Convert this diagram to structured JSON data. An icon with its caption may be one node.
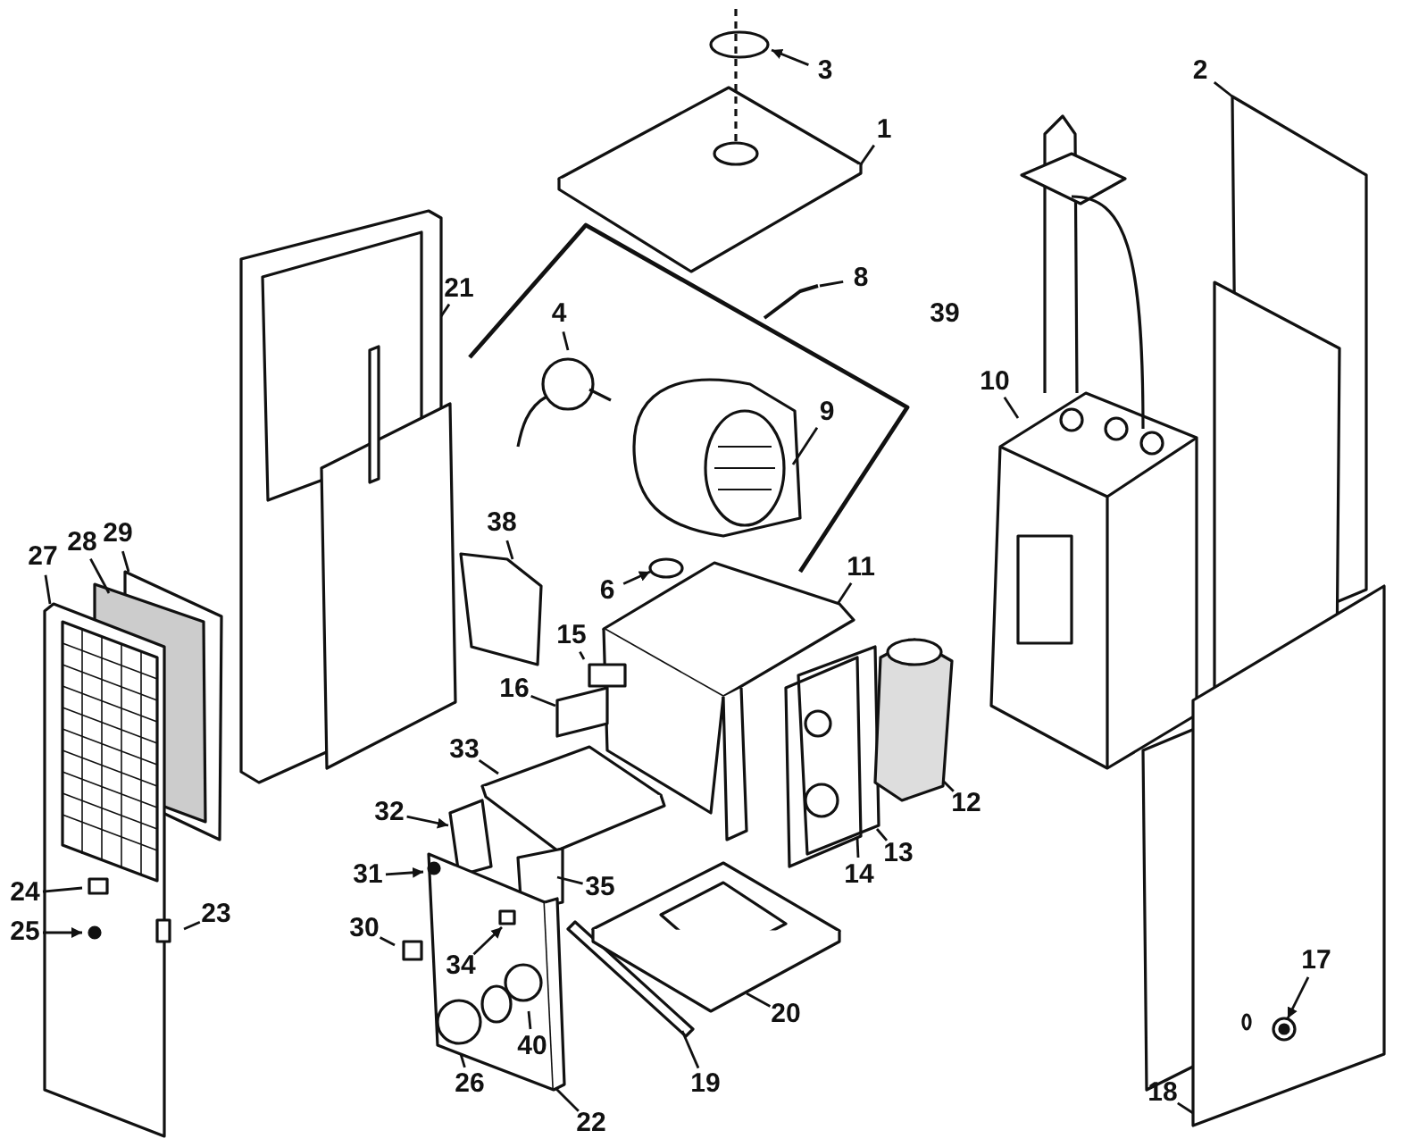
{
  "diagram": {
    "nodes": [
      {
        "text": [
          "3"
        ]
      },
      {
        "text": [
          "2"
        ]
      },
      {
        "text": [
          "1"
        ]
      },
      {
        "text": [
          "8"
        ]
      },
      {
        "text": [
          "21"
        ]
      },
      {
        "text": [
          "4"
        ]
      },
      {
        "text": [
          "10"
        ]
      },
      {
        "text": [
          "9"
        ]
      },
      {
        "text": [
          "29"
        ]
      },
      {
        "text": [
          "28"
        ]
      },
      {
        "text": [
          "27"
        ]
      },
      {
        "text": [
          "38"
        ]
      },
      {
        "text": [
          "6"
        ]
      },
      {
        "text": [
          "11"
        ]
      },
      {
        "text": [
          "15"
        ]
      },
      {
        "text": [
          "16"
        ]
      },
      {
        "text": [
          "33"
        ]
      },
      {
        "text": [
          "12"
        ]
      },
      {
        "text": [
          "32"
        ]
      },
      {
        "text": [
          "13"
        ]
      },
      {
        "text": [
          "14"
        ]
      },
      {
        "text": [
          "31"
        ]
      },
      {
        "text": [
          "35"
        ]
      },
      {
        "text": [
          "24"
        ]
      },
      {
        "text": [
          "23"
        ]
      },
      {
        "text": [
          "30"
        ]
      },
      {
        "text": [
          "34"
        ]
      },
      {
        "text": [
          "25"
        ]
      },
      {
        "text": [
          "20"
        ]
      },
      {
        "text": [
          "17"
        ]
      },
      {
        "text": [
          "40"
        ]
      },
      {
        "text": [
          "26"
        ]
      },
      {
        "text": [
          "19"
        ]
      },
      {
        "text": [
          "18"
        ]
      },
      {
        "text": [
          "22"
        ]
      }
    ],
    "edges": [
      {
        "from": 0,
        "to": null,
        "arrow": "to"
      },
      {
        "from": 1,
        "to": null,
        "arrow": "none"
      },
      {
        "from": 2,
        "to": null,
        "arrow": "none"
      },
      {
        "from": 3,
        "to": null,
        "arrow": "none"
      },
      {
        "from": 4,
        "to": null,
        "arrow": "none"
      },
      {
        "from": 5,
        "to": null,
        "arrow": "none"
      },
      {
        "from": 6,
        "to": null,
        "arrow": "none"
      },
      {
        "from": 7,
        "to": null,
        "arrow": "none"
      },
      {
        "from": 8,
        "to": null,
        "arrow": "none"
      },
      {
        "from": 9,
        "to": null,
        "arrow": "none"
      },
      {
        "from": 10,
        "to": null,
        "arrow": "none"
      },
      {
        "from": 11,
        "to": null,
        "arrow": "none"
      },
      {
        "from": 12,
        "to": null,
        "arrow": "to"
      },
      {
        "from": 13,
        "to": null,
        "arrow": "none"
      },
      {
        "from": 14,
        "to": null,
        "arrow": "none"
      },
      {
        "from": 15,
        "to": null,
        "arrow": "none"
      },
      {
        "from": 16,
        "to": null,
        "arrow": "none"
      },
      {
        "from": 17,
        "to": null,
        "arrow": "none"
      },
      {
        "from": 18,
        "to": null,
        "arrow": "to"
      },
      {
        "from": 19,
        "to": null,
        "arrow": "none"
      },
      {
        "from": 20,
        "to": null,
        "arrow": "none"
      },
      {
        "from": 21,
        "to": null,
        "arrow": "to"
      },
      {
        "from": 22,
        "to": null,
        "arrow": "none"
      },
      {
        "from": 23,
        "to": null,
        "arrow": "none"
      },
      {
        "from": 24,
        "to": null,
        "arrow": "none"
      },
      {
        "from": 25,
        "to": null,
        "arrow": "none"
      },
      {
        "from": 26,
        "to": null,
        "arrow": "to"
      },
      {
        "from": 27,
        "to": null,
        "arrow": "to"
      },
      {
        "from": 28,
        "to": null,
        "arrow": "none"
      },
      {
        "from": 29,
        "to": null,
        "arrow": "to"
      },
      {
        "from": 30,
        "to": null,
        "arrow": "none"
      },
      {
        "from": 31,
        "to": null,
        "arrow": "none"
      },
      {
        "from": 32,
        "to": null,
        "arrow": "none"
      },
      {
        "from": 33,
        "to": null,
        "arrow": "none"
      },
      {
        "from": 34,
        "to": null,
        "arrow": "none"
      }
    ],
    "labels": [
      "39"
    ]
  }
}
